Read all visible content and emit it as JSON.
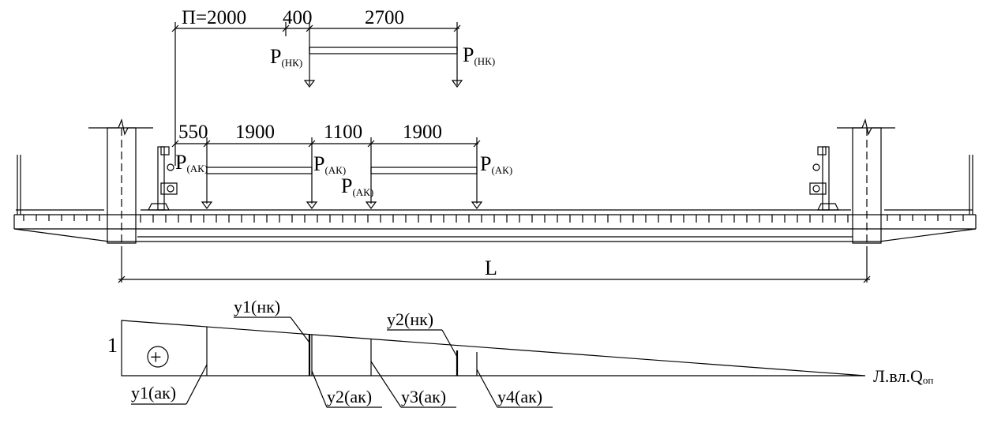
{
  "nk_dims": {
    "p": "П=2000",
    "gap": "400",
    "base": "2700"
  },
  "ak_dims": {
    "a": "550",
    "b": "1900",
    "c": "1100",
    "d": "1900"
  },
  "span_label": "L",
  "loads": {
    "nk_left": {
      "main": "P",
      "sub": "(НК)"
    },
    "nk_right": {
      "main": "P",
      "sub": "(НК)"
    },
    "ak1": {
      "main": "P",
      "sub": "(АК)"
    },
    "ak2": {
      "main": "P",
      "sub": "(АК)"
    },
    "ak3": {
      "main": "P",
      "sub": "(АК)"
    },
    "ak4": {
      "main": "P",
      "sub": "(АК)"
    }
  },
  "influence_line": {
    "ordinate_one": "1",
    "sign": "+",
    "title_main": "Л.вл.Q",
    "title_sub": "оп",
    "labels": {
      "y1_nk": "у1(нк)",
      "y2_nk": "у2(нк)",
      "y1_ak": "у1(ак)",
      "y2_ak": "у2(ак)",
      "y3_ak": "у3(ак)",
      "y4_ak": "у4(ак)"
    }
  }
}
